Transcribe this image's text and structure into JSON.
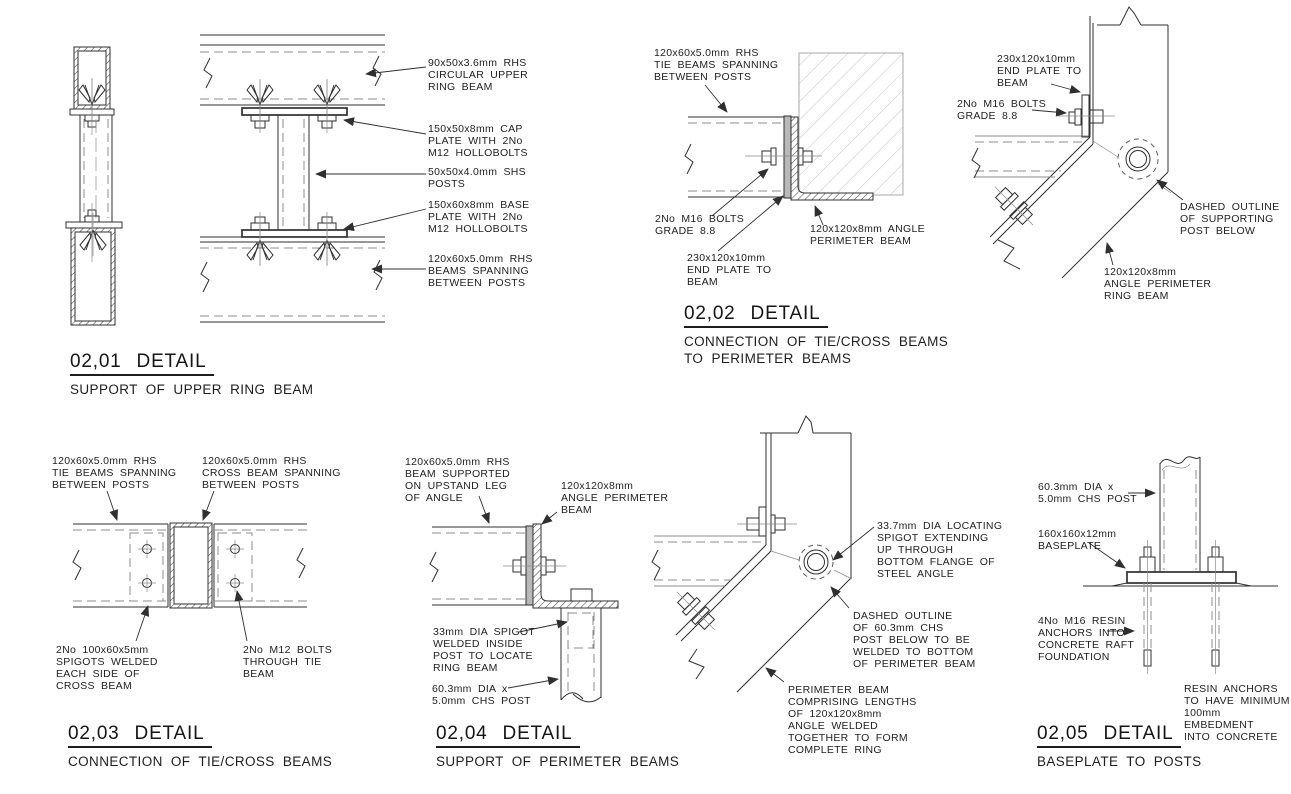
{
  "sheet": {
    "details": {
      "d0201": {
        "code": "02,01",
        "kind": "DETAIL",
        "subtitle": "SUPPORT OF UPPER RING BEAM",
        "labels": {
          "ring_beam": "90x50x3.6mm RHS\nCIRCULAR UPPER\nRING BEAM",
          "cap_plate": "150x50x8mm CAP\nPLATE WITH 2No\nM12 HOLLOBOLTS",
          "posts": "50x50x4.0mm SHS\nPOSTS",
          "base_plate": "150x60x8mm BASE\nPLATE WITH 2No\nM12 HOLLOBOLTS",
          "beams": "120x60x5.0mm RHS\nBEAMS SPANNING\nBETWEEN POSTS"
        }
      },
      "d0202": {
        "code": "02,02",
        "kind": "DETAIL",
        "subtitle": "CONNECTION OF TIE/CROSS BEAMS\nTO PERIMETER BEAMS",
        "labels": {
          "tie_beams": "120x60x5.0mm RHS\nTIE BEAMS SPANNING\nBETWEEN POSTS",
          "bolts_elev": "2No M16 BOLTS\nGRADE 8.8",
          "end_plate_elev": "230x120x10mm\nEND PLATE TO\nBEAM",
          "angle_perimeter": "120x120x8mm ANGLE\nPERIMETER BEAM",
          "end_plate_plan": "230x120x10mm\nEND PLATE TO\nBEAM",
          "bolts_plan": "2No M16 BOLTS\nGRADE 8.8",
          "dashed_post": "DASHED OUTLINE\nOF SUPPORTING\nPOST BELOW",
          "angle_ring": "120x120x8mm\nANGLE PERIMETER\nRING BEAM"
        }
      },
      "d0203": {
        "code": "02,03",
        "kind": "DETAIL",
        "subtitle": "CONNECTION OF TIE/CROSS BEAMS",
        "labels": {
          "tie_beams": "120x60x5.0mm RHS\nTIE BEAMS SPANNING\nBETWEEN POSTS",
          "cross_beam": "120x60x5.0mm RHS\nCROSS BEAM SPANNING\nBETWEEN POSTS",
          "spigots": "2No 100x60x5mm\nSPIGOTS WELDED\nEACH SIDE OF\nCROSS BEAM",
          "bolts": "2No M12 BOLTS\nTHROUGH TIE\nBEAM"
        }
      },
      "d0204": {
        "code": "02,04",
        "kind": "DETAIL",
        "subtitle": "SUPPORT OF PERIMETER BEAMS",
        "labels": {
          "beam_supported": "120x60x5.0mm RHS\nBEAM SUPPORTED\nON UPSTAND LEG\nOF ANGLE",
          "angle_perimeter": "120x120x8mm\nANGLE PERIMETER\nBEAM",
          "spigot": "33mm DIA SPIGOT\nWELDED INSIDE\nPOST TO LOCATE\nRING BEAM",
          "chs_post": "60.3mm DIA x\n5.0mm CHS POST",
          "locating_spigot": "33.7mm DIA LOCATING\nSPIGOT EXTENDING\nUP THROUGH\nBOTTOM FLANGE OF\nSTEEL ANGLE",
          "dashed_outline": "DASHED OUTLINE\nOF 60.3mm CHS\nPOST BELOW TO BE\nWELDED TO BOTTOM\nOF PERIMETER BEAM",
          "perimeter_ring": "PERIMETER BEAM\nCOMPRISING LENGTHS\nOF 120x120x8mm\nANGLE WELDED\nTOGETHER TO FORM\nCOMPLETE RING"
        }
      },
      "d0205": {
        "code": "02,05",
        "kind": "DETAIL",
        "subtitle": "BASEPLATE TO POSTS",
        "labels": {
          "chs_post": "60.3mm DIA x\n5.0mm CHS POST",
          "baseplate": "160x160x12mm\nBASEPLATE",
          "anchors": "4No M16 RESIN\nANCHORS INTO\nCONCRETE RAFT\nFOUNDATION",
          "resin_note": "RESIN ANCHORS\nTO HAVE MINIMUM\n100mm EMBEDMENT\nINTO CONCRETE"
        }
      }
    }
  }
}
